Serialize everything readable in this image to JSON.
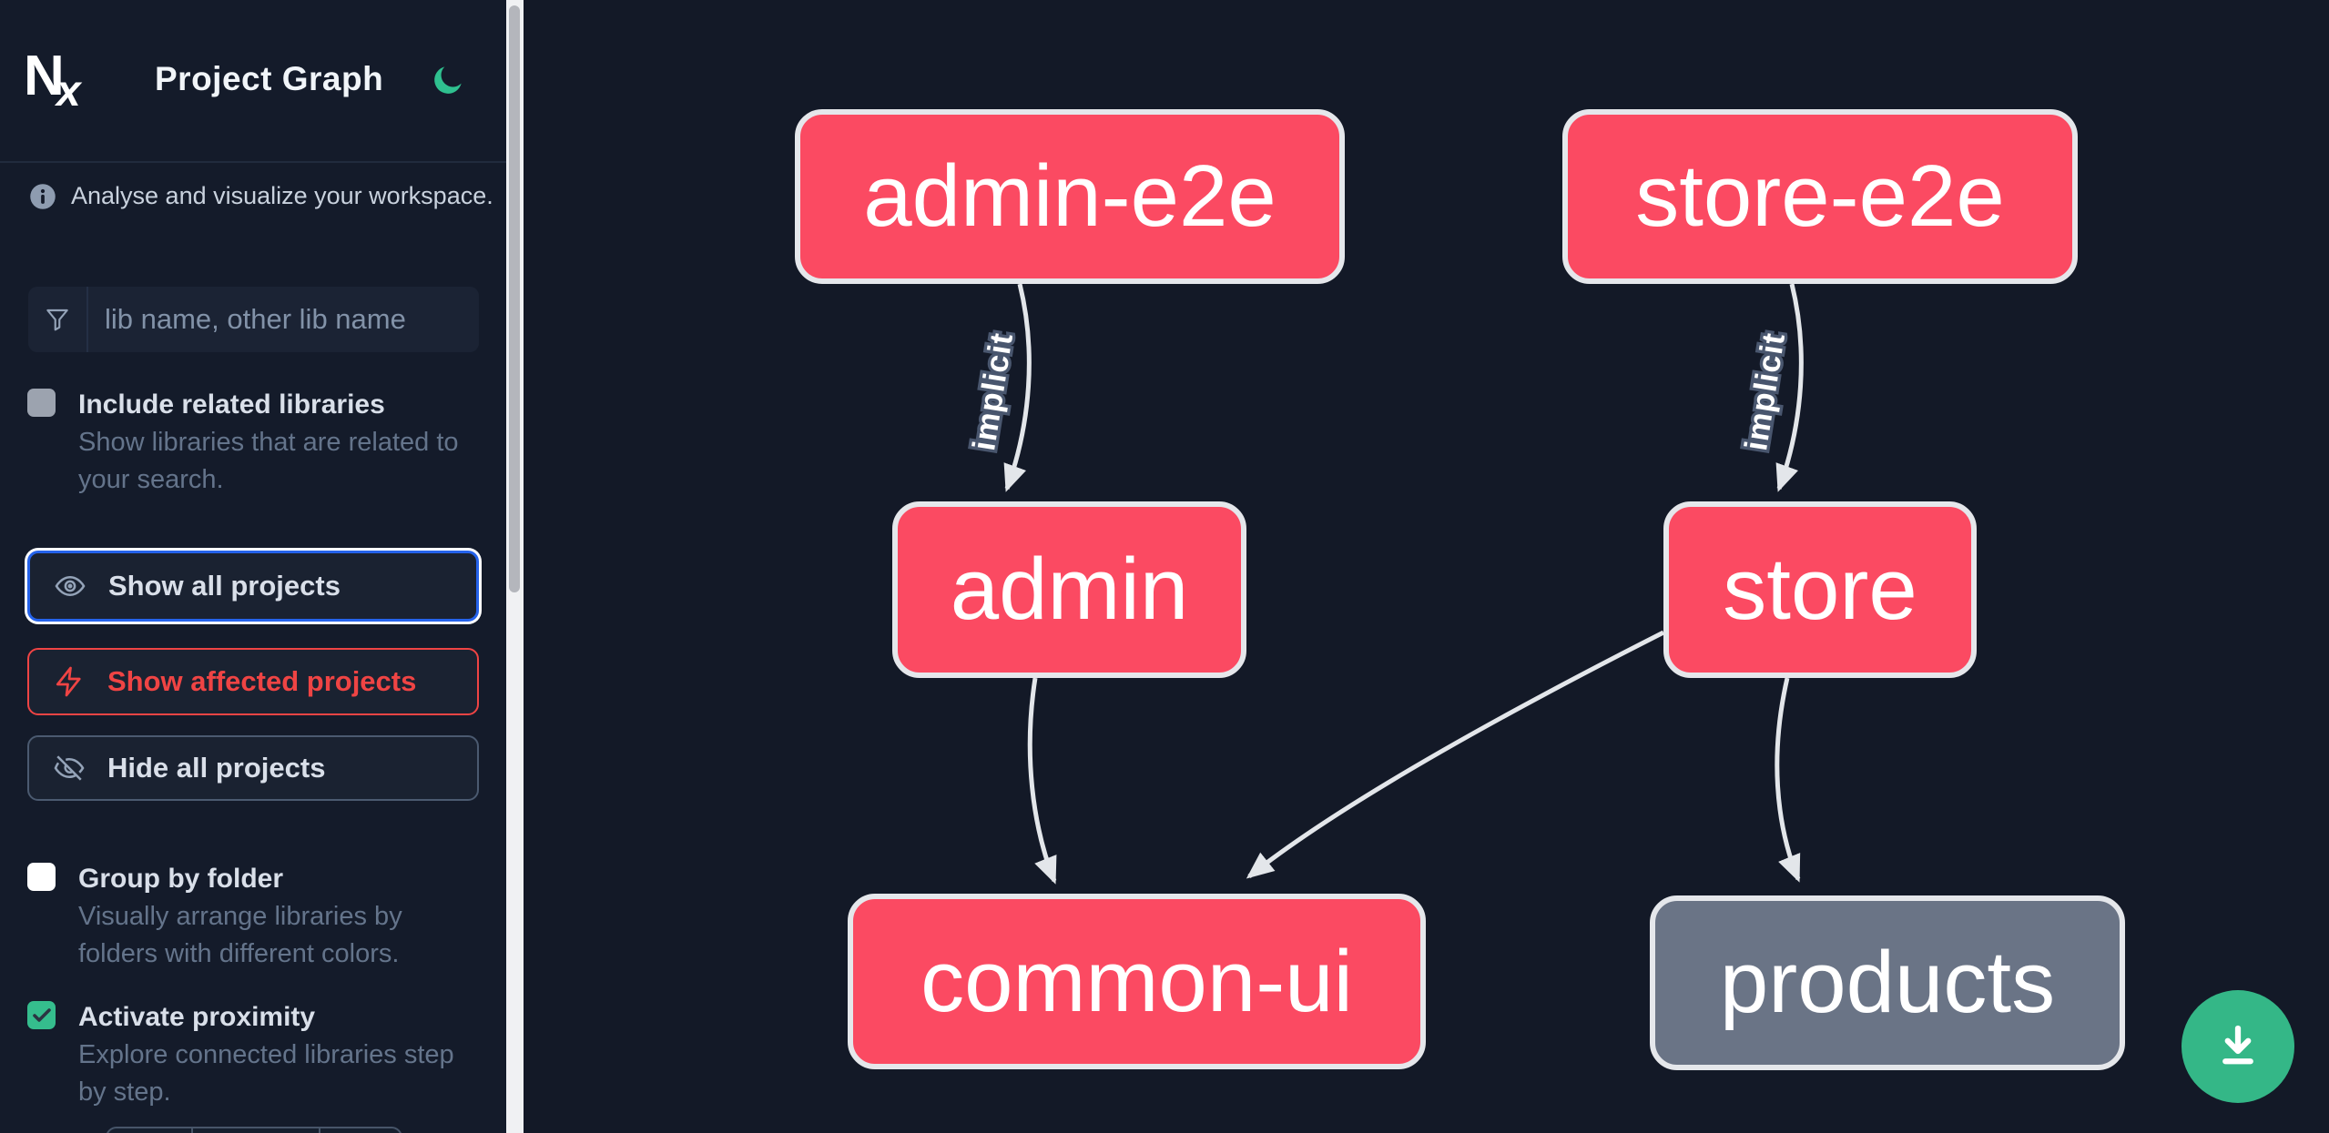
{
  "header": {
    "logo": "Nx",
    "title": "Project Graph",
    "theme_toggle_icon": "moon-icon"
  },
  "sidebar": {
    "intro": {
      "text": "Analyse and visualize your workspace."
    },
    "search": {
      "value": "",
      "placeholder": "lib name, other lib name"
    },
    "options": [
      {
        "label": "Include related libraries",
        "description": "Show libraries that are related to your search.",
        "checked": false
      },
      {
        "label": "Group by folder",
        "description": "Visually arrange libraries by folders with different colors.",
        "checked": false
      },
      {
        "label": "Activate proximity",
        "description": "Explore connected libraries step by step.",
        "checked": true
      }
    ],
    "actions": [
      {
        "label": "Show all projects",
        "state": "focused"
      },
      {
        "label": "Show affected projects",
        "state": "affected"
      },
      {
        "label": "Hide all projects",
        "state": "default"
      }
    ]
  },
  "graph": {
    "nodes": [
      {
        "label": "admin-e2e",
        "kind": "highlighted"
      },
      {
        "label": "store-e2e",
        "kind": "highlighted"
      },
      {
        "label": "admin",
        "kind": "highlighted"
      },
      {
        "label": "store",
        "kind": "highlighted"
      },
      {
        "label": "common-ui",
        "kind": "highlighted"
      },
      {
        "label": "products",
        "kind": "muted"
      }
    ],
    "edges": [
      {
        "from": "admin-e2e",
        "to": "admin",
        "label": "implicit"
      },
      {
        "from": "store-e2e",
        "to": "store",
        "label": "implicit"
      },
      {
        "from": "admin",
        "to": "common-ui",
        "label": ""
      },
      {
        "from": "store",
        "to": "common-ui",
        "label": ""
      },
      {
        "from": "store",
        "to": "products",
        "label": ""
      }
    ]
  },
  "fab": {
    "icon": "download-icon"
  },
  "colors": {
    "background": "#131927",
    "sidebar": "#141b2a",
    "node_highlight": "#fb4a62",
    "node_muted": "#6a7486",
    "node_border": "#e5e7eb",
    "edge": "#e3e6ea",
    "accent_green": "#34b787",
    "accent_blue": "#2563eb",
    "accent_red": "#ef4444",
    "text_primary": "#d9dfe9",
    "text_muted": "#64748b"
  }
}
